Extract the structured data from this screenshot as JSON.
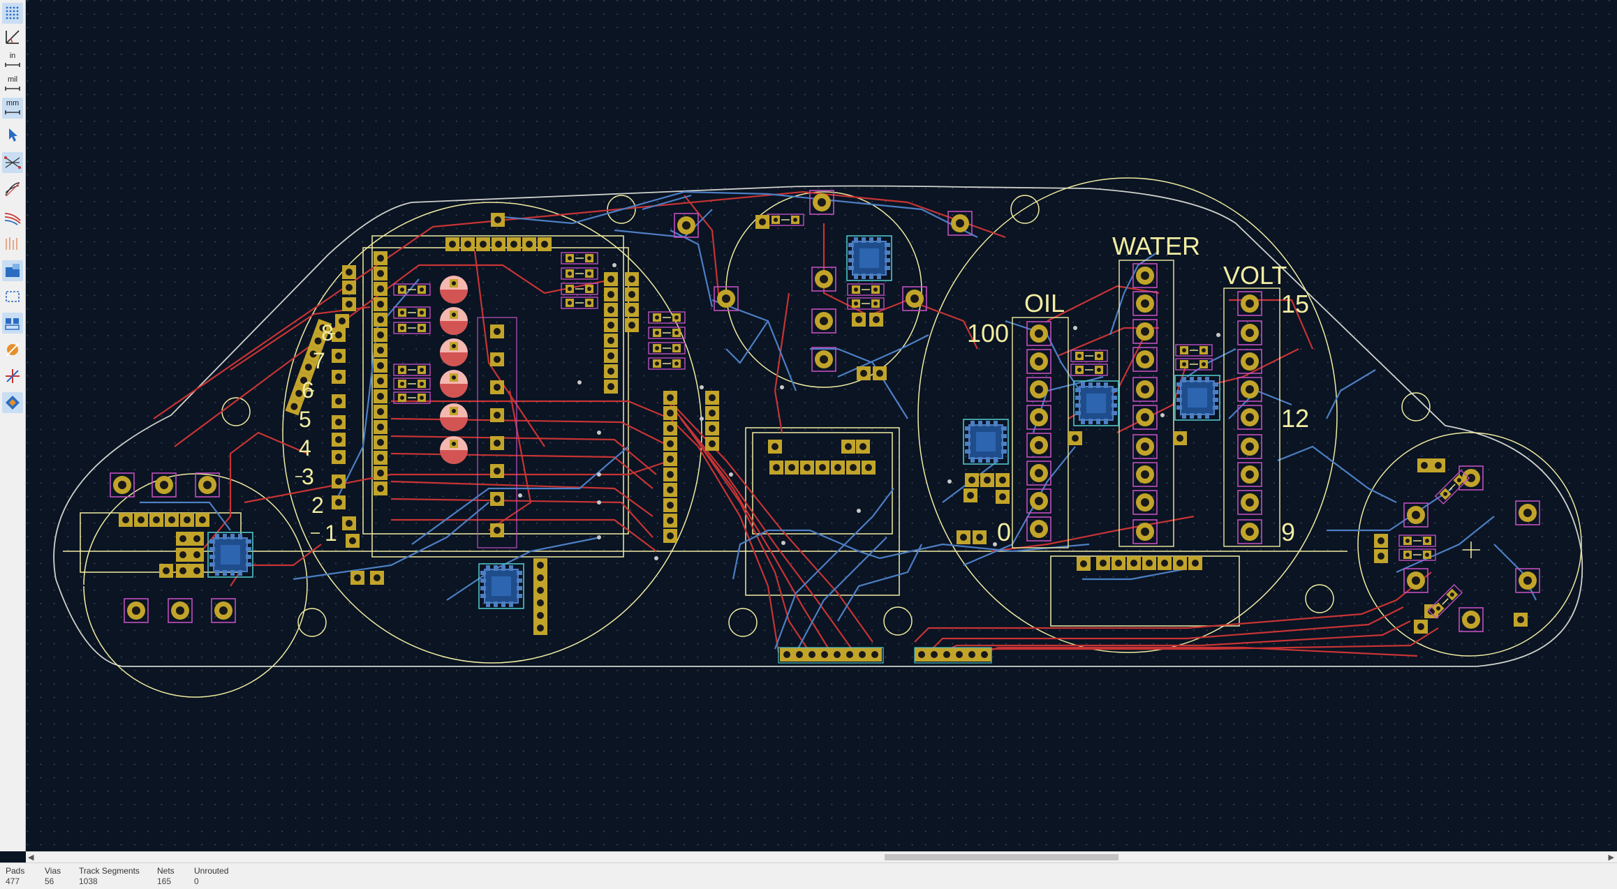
{
  "toolbar": {
    "items": [
      {
        "name": "grid-toggle",
        "label": "",
        "active": true
      },
      {
        "name": "polar-coords",
        "label": ""
      },
      {
        "name": "units-inch",
        "label": "in"
      },
      {
        "name": "units-mil",
        "label": "mil"
      },
      {
        "name": "units-mm",
        "label": "mm",
        "active": true
      },
      {
        "name": "cursor-shape",
        "label": ""
      },
      {
        "name": "ratsnest",
        "label": ""
      },
      {
        "name": "curved-ratsnest",
        "label": ""
      },
      {
        "name": "track-outline",
        "label": ""
      },
      {
        "name": "via-outline",
        "label": ""
      },
      {
        "name": "zone-fill",
        "label": ""
      },
      {
        "name": "zone-outline",
        "label": ""
      },
      {
        "name": "pad-outline",
        "label": ""
      },
      {
        "name": "highlight-net",
        "label": ""
      },
      {
        "name": "high-contrast",
        "label": ""
      },
      {
        "name": "layer-3d",
        "label": ""
      }
    ]
  },
  "board": {
    "gauge_labels": {
      "oil": "OIL",
      "water": "WATER",
      "volt": "VOLT"
    },
    "oil_scale": {
      "top": "100",
      "bottom": "0"
    },
    "volt_scale": {
      "top": "15",
      "mid": "12",
      "bottom": "9"
    },
    "rpm_scale": [
      "8",
      "7",
      "6",
      "5",
      "4",
      "3",
      "2",
      "1"
    ]
  },
  "status": {
    "pads": {
      "label": "Pads",
      "value": "477"
    },
    "vias": {
      "label": "Vias",
      "value": "56"
    },
    "tracks": {
      "label": "Track Segments",
      "value": "1038"
    },
    "nets": {
      "label": "Nets",
      "value": "165"
    },
    "unrouted": {
      "label": "Unrouted",
      "value": "0"
    }
  },
  "colors": {
    "background": "#0a1423",
    "front_copper": "#c83434",
    "back_copper": "#4d7fc4",
    "silkscreen": "#f2eda1",
    "pad": "#c2a42a",
    "pad_hole": "#1a1a1a",
    "outline": "#d0d2cd",
    "courtyard": "#c24fc0",
    "fab": "#4fc6c6"
  }
}
